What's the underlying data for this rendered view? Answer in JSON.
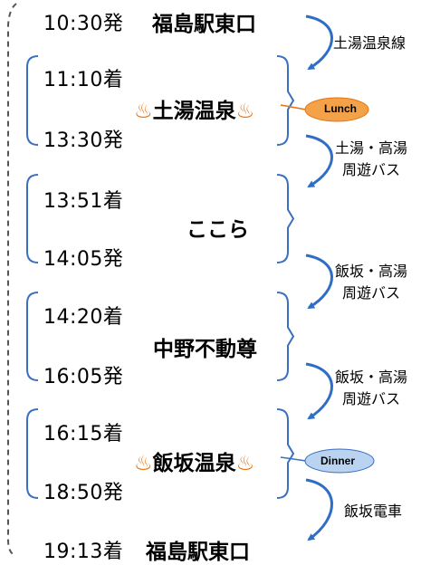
{
  "colors": {
    "brace": "#3b6fbf",
    "arrow": "#2f6ec4",
    "dash": "#555555",
    "spa_icon": "#e8720c",
    "lunch_fill": "#f4a24a",
    "dinner_fill": "#b9d3f0"
  },
  "icon": "hot-spring-icon",
  "icon_glyph": "♨",
  "stops": [
    {
      "times": [
        "10:30発"
      ],
      "place": "福島駅東口",
      "spa": false
    },
    {
      "times": [
        "11:10着",
        "13:30発"
      ],
      "place": "土湯温泉",
      "spa": true,
      "meal": "Lunch"
    },
    {
      "times": [
        "13:51着",
        "14:05発"
      ],
      "place": "ここら",
      "spa": false
    },
    {
      "times": [
        "14:20着",
        "16:05発"
      ],
      "place": "中野不動尊",
      "spa": false
    },
    {
      "times": [
        "16:15着",
        "18:50発"
      ],
      "place": "飯坂温泉",
      "spa": true,
      "meal": "Dinner"
    },
    {
      "times": [
        "19:13着"
      ],
      "place": "福島駅東口",
      "spa": false
    }
  ],
  "routes": [
    {
      "lines": [
        "土湯温泉線"
      ]
    },
    {
      "lines": [
        "土湯・高湯",
        "周遊バス"
      ]
    },
    {
      "lines": [
        "飯坂・高湯",
        "周遊バス"
      ]
    },
    {
      "lines": [
        "飯坂・高湯",
        "周遊バス"
      ]
    },
    {
      "lines": [
        "飯坂電車"
      ]
    }
  ]
}
